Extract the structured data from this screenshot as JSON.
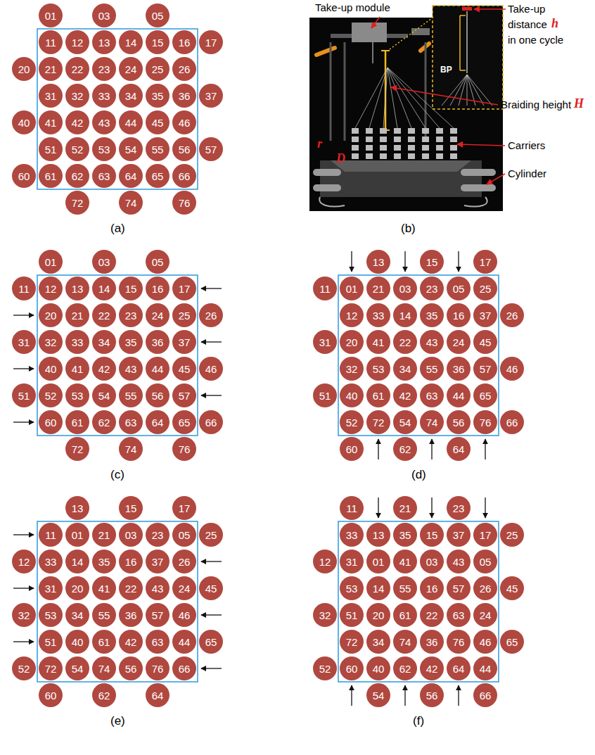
{
  "diagram": {
    "nodes": [
      {
        "text": [
          "01"
        ]
      },
      {
        "text": [
          "03"
        ]
      },
      {
        "text": [
          "05"
        ]
      },
      {
        "text": [
          "11"
        ]
      },
      {
        "text": [
          "12"
        ]
      },
      {
        "text": [
          "13"
        ]
      },
      {
        "text": [
          "14"
        ]
      },
      {
        "text": [
          "15"
        ]
      },
      {
        "text": [
          "16"
        ]
      },
      {
        "text": [
          "17"
        ]
      },
      {
        "text": [
          "20"
        ]
      },
      {
        "text": [
          "21"
        ]
      },
      {
        "text": [
          "22"
        ]
      },
      {
        "text": [
          "23"
        ]
      },
      {
        "text": [
          "24"
        ]
      },
      {
        "text": [
          "25"
        ]
      },
      {
        "text": [
          "26"
        ]
      },
      {
        "text": [
          "31"
        ]
      },
      {
        "text": [
          "32"
        ]
      },
      {
        "text": [
          "33"
        ]
      },
      {
        "text": [
          "34"
        ]
      },
      {
        "text": [
          "35"
        ]
      },
      {
        "text": [
          "36"
        ]
      },
      {
        "text": [
          "37"
        ]
      },
      {
        "text": [
          "40"
        ]
      },
      {
        "text": [
          "41"
        ]
      },
      {
        "text": [
          "42"
        ]
      },
      {
        "text": [
          "43"
        ]
      },
      {
        "text": [
          "44"
        ]
      },
      {
        "text": [
          "45"
        ]
      },
      {
        "text": [
          "46"
        ]
      },
      {
        "text": [
          "51"
        ]
      },
      {
        "text": [
          "52"
        ]
      },
      {
        "text": [
          "53"
        ]
      },
      {
        "text": [
          "54"
        ]
      },
      {
        "text": [
          "55"
        ]
      },
      {
        "text": [
          "56"
        ]
      },
      {
        "text": [
          "57"
        ]
      },
      {
        "text": [
          "60"
        ]
      },
      {
        "text": [
          "61"
        ]
      },
      {
        "text": [
          "62"
        ]
      },
      {
        "text": [
          "63"
        ]
      },
      {
        "text": [
          "64"
        ]
      },
      {
        "text": [
          "65"
        ]
      },
      {
        "text": [
          "66"
        ]
      },
      {
        "text": [
          "72"
        ]
      },
      {
        "text": [
          "74"
        ]
      },
      {
        "text": [
          "76"
        ]
      },
      {
        "text": [
          "01"
        ]
      },
      {
        "text": [
          "03"
        ]
      },
      {
        "text": [
          "05"
        ]
      },
      {
        "text": [
          "11"
        ]
      },
      {
        "text": [
          "12"
        ]
      },
      {
        "text": [
          "13"
        ]
      },
      {
        "text": [
          "14"
        ]
      },
      {
        "text": [
          "15"
        ]
      },
      {
        "text": [
          "16"
        ]
      },
      {
        "text": [
          "17"
        ]
      },
      {
        "text": [
          "20"
        ]
      },
      {
        "text": [
          "21"
        ]
      },
      {
        "text": [
          "22"
        ]
      },
      {
        "text": [
          "23"
        ]
      },
      {
        "text": [
          "24"
        ]
      },
      {
        "text": [
          "25"
        ]
      },
      {
        "text": [
          "26"
        ]
      },
      {
        "text": [
          "31"
        ]
      },
      {
        "text": [
          "32"
        ]
      },
      {
        "text": [
          "33"
        ]
      },
      {
        "text": [
          "34"
        ]
      },
      {
        "text": [
          "35"
        ]
      },
      {
        "text": [
          "36"
        ]
      },
      {
        "text": [
          "37"
        ]
      },
      {
        "text": [
          "40"
        ]
      },
      {
        "text": [
          "41"
        ]
      },
      {
        "text": [
          "42"
        ]
      },
      {
        "text": [
          "43"
        ]
      },
      {
        "text": [
          "44"
        ]
      },
      {
        "text": [
          "45"
        ]
      },
      {
        "text": [
          "46"
        ]
      },
      {
        "text": [
          "51"
        ]
      },
      {
        "text": [
          "52"
        ]
      },
      {
        "text": [
          "53"
        ]
      },
      {
        "text": [
          "54"
        ]
      },
      {
        "text": [
          "55"
        ]
      },
      {
        "text": [
          "56"
        ]
      },
      {
        "text": [
          "57"
        ]
      },
      {
        "text": [
          "60"
        ]
      },
      {
        "text": [
          "61"
        ]
      },
      {
        "text": [
          "62"
        ]
      },
      {
        "text": [
          "63"
        ]
      },
      {
        "text": [
          "64"
        ]
      },
      {
        "text": [
          "65"
        ]
      },
      {
        "text": [
          "66"
        ]
      },
      {
        "text": [
          "72"
        ]
      },
      {
        "text": [
          "74"
        ]
      },
      {
        "text": [
          "76"
        ]
      },
      {
        "text": [
          "13"
        ]
      },
      {
        "text": [
          "15"
        ]
      },
      {
        "text": [
          "17"
        ]
      },
      {
        "text": [
          "11"
        ]
      },
      {
        "text": [
          "01"
        ]
      },
      {
        "text": [
          "21"
        ]
      },
      {
        "text": [
          "03"
        ]
      },
      {
        "text": [
          "23"
        ]
      },
      {
        "text": [
          "05"
        ]
      },
      {
        "text": [
          "25"
        ]
      },
      {
        "text": [
          "12"
        ]
      },
      {
        "text": [
          "33"
        ]
      },
      {
        "text": [
          "14"
        ]
      },
      {
        "text": [
          "35"
        ]
      },
      {
        "text": [
          "16"
        ]
      },
      {
        "text": [
          "37"
        ]
      },
      {
        "text": [
          "26"
        ]
      },
      {
        "text": [
          "31"
        ]
      },
      {
        "text": [
          "20"
        ]
      },
      {
        "text": [
          "41"
        ]
      },
      {
        "text": [
          "22"
        ]
      },
      {
        "text": [
          "43"
        ]
      },
      {
        "text": [
          "24"
        ]
      },
      {
        "text": [
          "45"
        ]
      },
      {
        "text": [
          "32"
        ]
      },
      {
        "text": [
          "53"
        ]
      },
      {
        "text": [
          "34"
        ]
      },
      {
        "text": [
          "55"
        ]
      },
      {
        "text": [
          "36"
        ]
      },
      {
        "text": [
          "57"
        ]
      },
      {
        "text": [
          "46"
        ]
      },
      {
        "text": [
          "51"
        ]
      },
      {
        "text": [
          "40"
        ]
      },
      {
        "text": [
          "61"
        ]
      },
      {
        "text": [
          "42"
        ]
      },
      {
        "text": [
          "63"
        ]
      },
      {
        "text": [
          "44"
        ]
      },
      {
        "text": [
          "65"
        ]
      },
      {
        "text": [
          "52"
        ]
      },
      {
        "text": [
          "72"
        ]
      },
      {
        "text": [
          "54"
        ]
      },
      {
        "text": [
          "74"
        ]
      },
      {
        "text": [
          "56"
        ]
      },
      {
        "text": [
          "76"
        ]
      },
      {
        "text": [
          "66"
        ]
      },
      {
        "text": [
          "60"
        ]
      },
      {
        "text": [
          "62"
        ]
      },
      {
        "text": [
          "64"
        ]
      },
      {
        "text": [
          "13"
        ]
      },
      {
        "text": [
          "15"
        ]
      },
      {
        "text": [
          "17"
        ]
      },
      {
        "text": [
          "11"
        ]
      },
      {
        "text": [
          "01"
        ]
      },
      {
        "text": [
          "21"
        ]
      },
      {
        "text": [
          "03"
        ]
      },
      {
        "text": [
          "23"
        ]
      },
      {
        "text": [
          "05"
        ]
      },
      {
        "text": [
          "25"
        ]
      },
      {
        "text": [
          "12"
        ]
      },
      {
        "text": [
          "33"
        ]
      },
      {
        "text": [
          "14"
        ]
      },
      {
        "text": [
          "35"
        ]
      },
      {
        "text": [
          "16"
        ]
      },
      {
        "text": [
          "37"
        ]
      },
      {
        "text": [
          "26"
        ]
      },
      {
        "text": [
          "31"
        ]
      },
      {
        "text": [
          "20"
        ]
      },
      {
        "text": [
          "41"
        ]
      },
      {
        "text": [
          "22"
        ]
      },
      {
        "text": [
          "43"
        ]
      },
      {
        "text": [
          "24"
        ]
      },
      {
        "text": [
          "45"
        ]
      },
      {
        "text": [
          "32"
        ]
      },
      {
        "text": [
          "53"
        ]
      },
      {
        "text": [
          "34"
        ]
      },
      {
        "text": [
          "55"
        ]
      },
      {
        "text": [
          "36"
        ]
      },
      {
        "text": [
          "57"
        ]
      },
      {
        "text": [
          "46"
        ]
      },
      {
        "text": [
          "51"
        ]
      },
      {
        "text": [
          "40"
        ]
      },
      {
        "text": [
          "61"
        ]
      },
      {
        "text": [
          "42"
        ]
      },
      {
        "text": [
          "63"
        ]
      },
      {
        "text": [
          "44"
        ]
      },
      {
        "text": [
          "65"
        ]
      },
      {
        "text": [
          "52"
        ]
      },
      {
        "text": [
          "72"
        ]
      },
      {
        "text": [
          "54"
        ]
      },
      {
        "text": [
          "74"
        ]
      },
      {
        "text": [
          "56"
        ]
      },
      {
        "text": [
          "76"
        ]
      },
      {
        "text": [
          "66"
        ]
      },
      {
        "text": [
          "60"
        ]
      },
      {
        "text": [
          "62"
        ]
      },
      {
        "text": [
          "64"
        ]
      },
      {
        "text": [
          "11"
        ]
      },
      {
        "text": [
          "21"
        ]
      },
      {
        "text": [
          "23"
        ]
      },
      {
        "text": [
          "33"
        ]
      },
      {
        "text": [
          "13"
        ]
      },
      {
        "text": [
          "35"
        ]
      },
      {
        "text": [
          "15"
        ]
      },
      {
        "text": [
          "37"
        ]
      },
      {
        "text": [
          "17"
        ]
      },
      {
        "text": [
          "25"
        ]
      },
      {
        "text": [
          "12"
        ]
      },
      {
        "text": [
          "31"
        ]
      },
      {
        "text": [
          "01"
        ]
      },
      {
        "text": [
          "41"
        ]
      },
      {
        "text": [
          "03"
        ]
      },
      {
        "text": [
          "43"
        ]
      },
      {
        "text": [
          "05"
        ]
      },
      {
        "text": [
          "53"
        ]
      },
      {
        "text": [
          "14"
        ]
      },
      {
        "text": [
          "55"
        ]
      },
      {
        "text": [
          "16"
        ]
      },
      {
        "text": [
          "57"
        ]
      },
      {
        "text": [
          "26"
        ]
      },
      {
        "text": [
          "45"
        ]
      },
      {
        "text": [
          "32"
        ]
      },
      {
        "text": [
          "51"
        ]
      },
      {
        "text": [
          "20"
        ]
      },
      {
        "text": [
          "61"
        ]
      },
      {
        "text": [
          "22"
        ]
      },
      {
        "text": [
          "63"
        ]
      },
      {
        "text": [
          "24"
        ]
      },
      {
        "text": [
          "72"
        ]
      },
      {
        "text": [
          "34"
        ]
      },
      {
        "text": [
          "74"
        ]
      },
      {
        "text": [
          "36"
        ]
      },
      {
        "text": [
          "76"
        ]
      },
      {
        "text": [
          "46"
        ]
      },
      {
        "text": [
          "65"
        ]
      },
      {
        "text": [
          "52"
        ]
      },
      {
        "text": [
          "60"
        ]
      },
      {
        "text": [
          "40"
        ]
      },
      {
        "text": [
          "62"
        ]
      },
      {
        "text": [
          "42"
        ]
      },
      {
        "text": [
          "64"
        ]
      },
      {
        "text": [
          "44"
        ]
      },
      {
        "text": [
          "54"
        ]
      },
      {
        "text": [
          "56"
        ]
      },
      {
        "text": [
          "66"
        ]
      }
    ],
    "labels": [
      "Take-up module",
      "Take-up distance",
      "h",
      "in one cycle",
      "BP",
      "Braiding height",
      "H",
      "r",
      "D",
      "Carriers",
      "Cylinder",
      "(a)",
      "(b)",
      "(c)",
      "(d)",
      "(e)",
      "(f)"
    ]
  }
}
